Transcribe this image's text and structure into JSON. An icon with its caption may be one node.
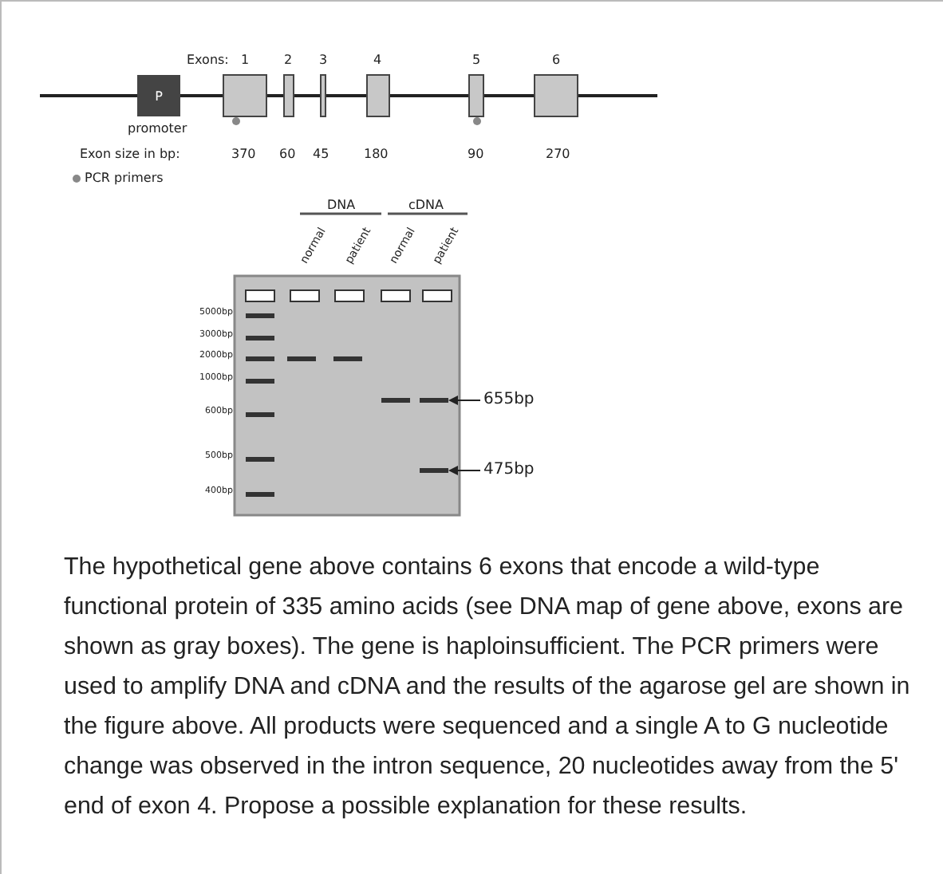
{
  "diagram": {
    "caption": "The hypothetical gene above contains 6 exons that encode a wild-type functional protein of 335 amino acids (see DNA map of gene above, exons are shown as gray boxes). The gene is haploinsufficient. The PCR primers were used to amplify DNA and cDNA and the results of the agarose gel are shown in the figure above. All products were sequenced and a  single A to G nucleotide change was observed in the intron sequence, 20 nucleotides away from the 5' end of exon 4. Propose a possible explanation for these results.",
    "nodes": [
      {
        "text": [
          "P"
        ],
        "beside": [
          "promoter"
        ]
      },
      {
        "text": [
          "655bp"
        ]
      },
      {
        "text": [],
        "shape": "bar"
      },
      {
        "text": [
          "475bp"
        ]
      },
      {
        "text": [],
        "shape": "bar"
      }
    ],
    "edges": [
      {
        "from": 1,
        "to": 2,
        "arrow": "to"
      },
      {
        "from": 3,
        "to": 4,
        "arrow": "to"
      }
    ],
    "labels": [
      "Exons:",
      "1",
      "2",
      "3",
      "4",
      "5",
      "6",
      "Exon size in bp:",
      "370",
      "60",
      "45",
      "180",
      "90",
      "270",
      "PCR primers",
      "DNA",
      "cDNA",
      "normal",
      "patient",
      "normal",
      "patient",
      "5000bp",
      "3000bp",
      "2000bp",
      "1000bp",
      "600bp",
      "500bp",
      "400bp"
    ]
  }
}
